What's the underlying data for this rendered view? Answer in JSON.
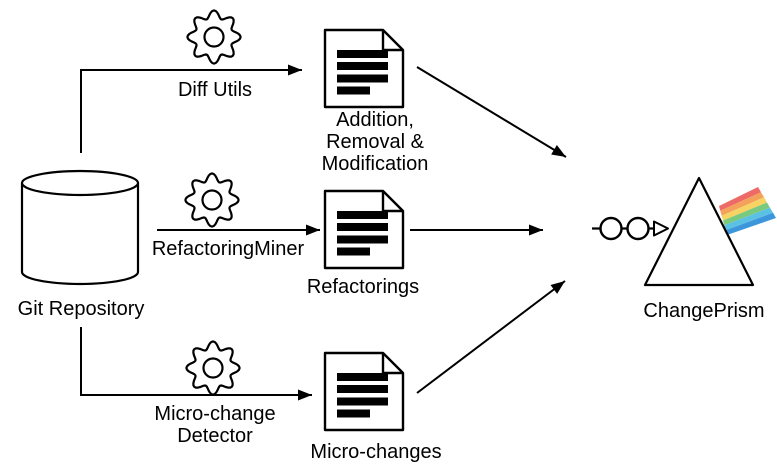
{
  "diagram": {
    "source": {
      "label": "Git Repository"
    },
    "tools": [
      {
        "label": "Diff Utils"
      },
      {
        "label": "RefactoringMiner"
      },
      {
        "label": "Micro-change\nDetector"
      }
    ],
    "outputs": [
      {
        "label": "Addition,\nRemoval &\nModification"
      },
      {
        "label": "Refactorings"
      },
      {
        "label": "Micro-changes"
      }
    ],
    "sink": {
      "label": "ChangePrism"
    }
  },
  "icons": {
    "source": "database-cylinder-icon",
    "tool": "gear-icon",
    "output": "document-icon",
    "sink": "prism-triangle-icon",
    "beam": "light-beam-icon",
    "spectrum": "rainbow-spectrum-icon"
  },
  "colors": {
    "stroke": "#000000",
    "fill": "#ffffff",
    "rainbow": [
      "#ee6a67",
      "#f3a15b",
      "#f6d363",
      "#79ca7e",
      "#5ac0e4",
      "#3b96db"
    ]
  }
}
